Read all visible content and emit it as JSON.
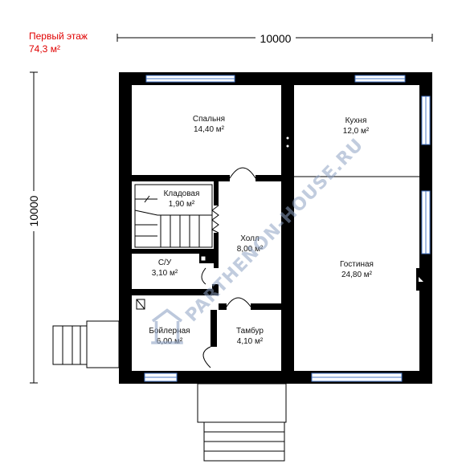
{
  "header": {
    "floor_title": "Первый этаж",
    "floor_area": "74,3 м²",
    "accent_color": "#e00000"
  },
  "dimensions": {
    "width": "10000",
    "height": "10000"
  },
  "rooms": [
    {
      "key": "bedroom",
      "name": "Спальня",
      "area": "14,40 м²"
    },
    {
      "key": "kitchen",
      "name": "Кухня",
      "area": "12,0 м²"
    },
    {
      "key": "pantry",
      "name": "Кладовая",
      "area": "1,90 м²"
    },
    {
      "key": "hall",
      "name": "Холл",
      "area": "8,00 м²"
    },
    {
      "key": "bathroom",
      "name": "С/У",
      "area": "3,10 м²"
    },
    {
      "key": "living",
      "name": "Гостиная",
      "area": "24,80 м²"
    },
    {
      "key": "boiler",
      "name": "Бойлерная",
      "area": "6,00 м²"
    },
    {
      "key": "vestibule",
      "name": "Тамбур",
      "area": "4,10 м²"
    }
  ],
  "watermark": "PARTHENON-HOUSE.RU",
  "colors": {
    "walls": "#000000",
    "windows": "#4a78c8",
    "watermark": "#8fa3c4"
  }
}
